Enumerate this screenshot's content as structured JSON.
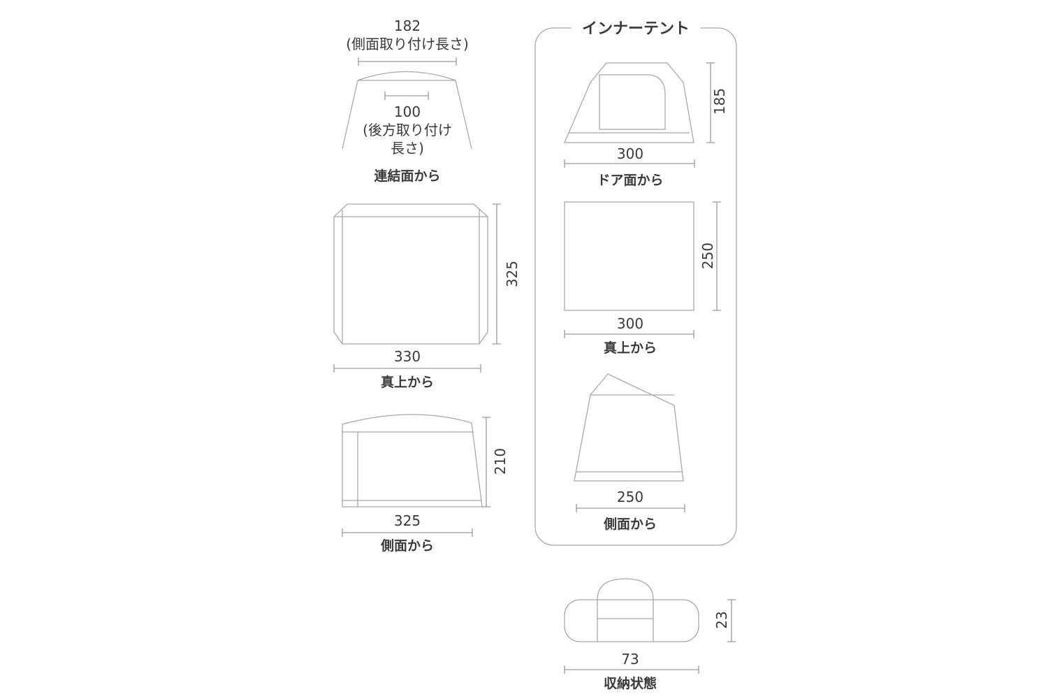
{
  "left": {
    "front": {
      "side_width": "182",
      "side_width_note": "(側面取り付け長さ)",
      "rear_width": "100",
      "rear_note_1": "(後方取り付け",
      "rear_note_2": "長さ)",
      "caption": "連結面から"
    },
    "top": {
      "depth": "325",
      "width": "330",
      "caption": "真上から"
    },
    "side": {
      "height": "210",
      "length": "325",
      "caption": "側面から"
    }
  },
  "inner_tent": {
    "title": "インナーテント",
    "door": {
      "height": "185",
      "width": "300",
      "caption": "ドア面から"
    },
    "top": {
      "depth": "250",
      "width": "300",
      "caption": "真上から"
    },
    "side": {
      "width": "250",
      "caption": "側面から"
    }
  },
  "storage": {
    "height": "23",
    "width": "73",
    "caption": "収納状態"
  }
}
